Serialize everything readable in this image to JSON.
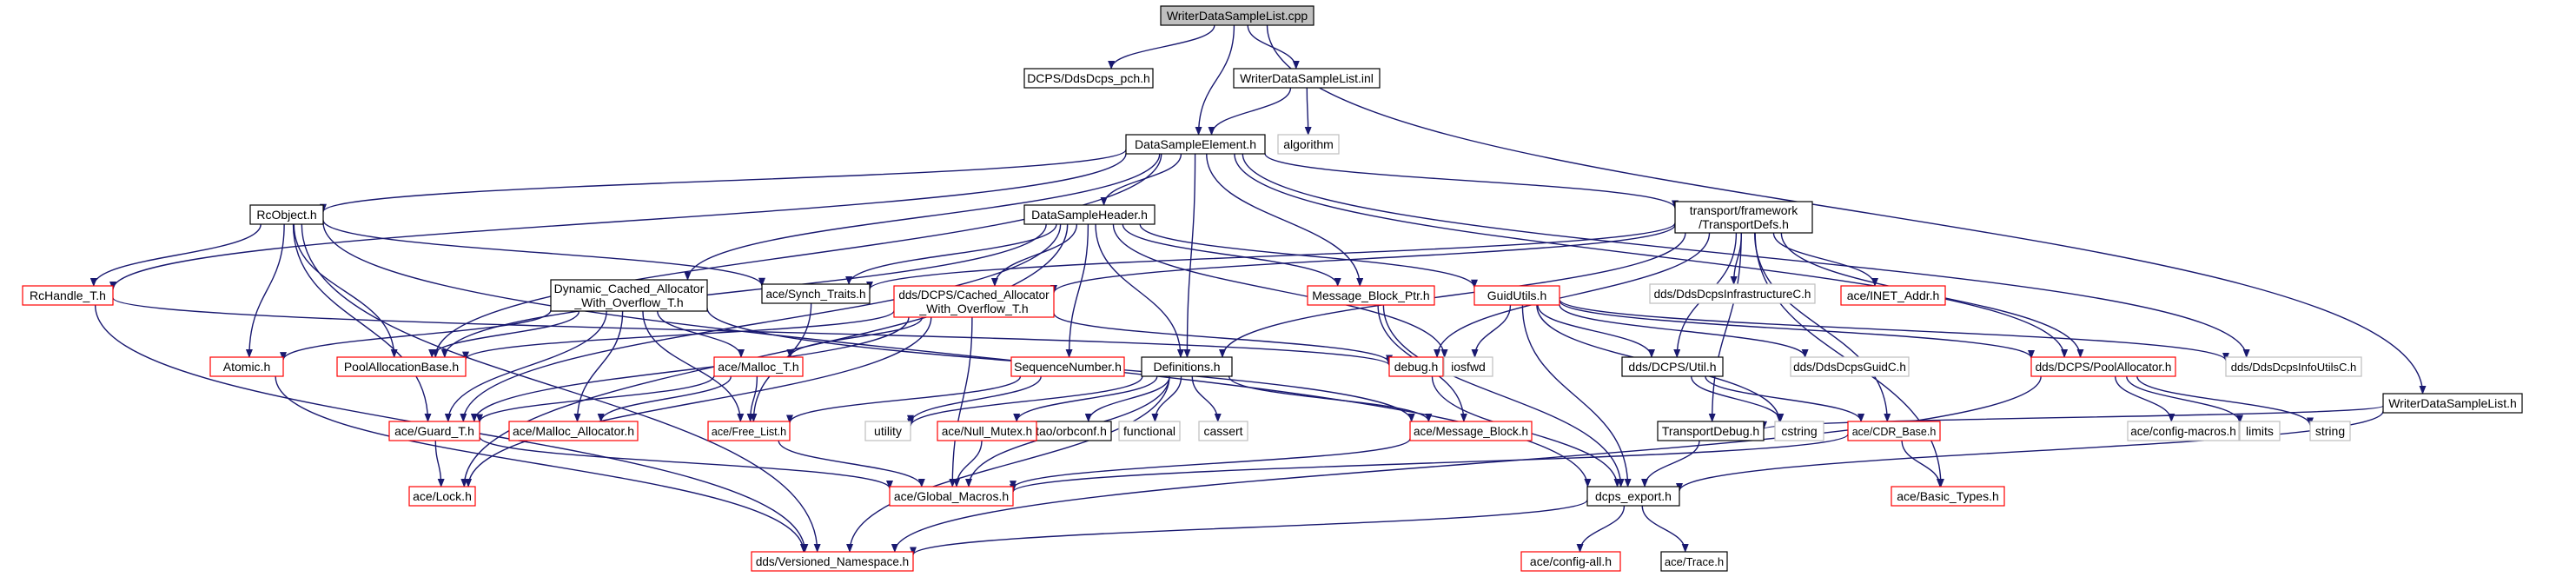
{
  "graph": {
    "colors": {
      "root_fill": "#bfbfbf",
      "root_border": "#000000",
      "node_border": "#000000",
      "missing_border": "#ff0000",
      "external_border": "#bfbfbf",
      "edge": "#191970"
    },
    "nodes": [
      {
        "id": "root",
        "label": "WriterDataSampleList.cpp",
        "kind": "root"
      },
      {
        "id": "ddsdcps_pch",
        "label": "DCPS/DdsDcps_pch.h",
        "kind": "normal"
      },
      {
        "id": "wdsl_inl",
        "label": "WriterDataSampleList.inl",
        "kind": "normal"
      },
      {
        "id": "wdsl_h",
        "label": "WriterDataSampleList.h",
        "kind": "normal"
      },
      {
        "id": "dse",
        "label": "DataSampleElement.h",
        "kind": "normal"
      },
      {
        "id": "algorithm",
        "label": "algorithm",
        "kind": "external"
      },
      {
        "id": "rcobject",
        "label": "RcObject.h",
        "kind": "normal"
      },
      {
        "id": "dsh",
        "label": "DataSampleHeader.h",
        "kind": "normal"
      },
      {
        "id": "transportdefs",
        "label": [
          "transport/framework",
          "/TransportDefs.h"
        ],
        "kind": "normal"
      },
      {
        "id": "rchandle",
        "label": "RcHandle_T.h",
        "kind": "missing"
      },
      {
        "id": "dcaw",
        "label": [
          "Dynamic_Cached_Allocator",
          "_With_Overflow_T.h"
        ],
        "kind": "normal"
      },
      {
        "id": "synch",
        "label": "ace/Synch_Traits.h",
        "kind": "normal"
      },
      {
        "id": "dcps_cached",
        "label": [
          "dds/DCPS/Cached_Allocator",
          "_With_Overflow_T.h"
        ],
        "kind": "missing"
      },
      {
        "id": "mbptr",
        "label": "Message_Block_Ptr.h",
        "kind": "missing"
      },
      {
        "id": "guidutils",
        "label": "GuidUtils.h",
        "kind": "missing"
      },
      {
        "id": "infrac",
        "label": "dds/DdsDcpsInfrastructureC.h",
        "kind": "external"
      },
      {
        "id": "inetaddr",
        "label": "ace/INET_Addr.h",
        "kind": "missing"
      },
      {
        "id": "atomic",
        "label": "Atomic.h",
        "kind": "missing"
      },
      {
        "id": "poolalloc",
        "label": "PoolAllocationBase.h",
        "kind": "missing"
      },
      {
        "id": "malloc_t",
        "label": "ace/Malloc_T.h",
        "kind": "missing"
      },
      {
        "id": "seqnum",
        "label": "SequenceNumber.h",
        "kind": "missing"
      },
      {
        "id": "definitions",
        "label": "Definitions.h",
        "kind": "normal"
      },
      {
        "id": "debug",
        "label": "debug.h",
        "kind": "missing"
      },
      {
        "id": "iosfwd",
        "label": "iosfwd",
        "kind": "external"
      },
      {
        "id": "util",
        "label": "dds/DCPS/Util.h",
        "kind": "normal"
      },
      {
        "id": "guidc",
        "label": "dds/DdsDcpsGuidC.h",
        "kind": "external"
      },
      {
        "id": "pallocator",
        "label": "dds/DCPS/PoolAllocator.h",
        "kind": "missing"
      },
      {
        "id": "infoutilsc",
        "label": "dds/DdsDcpsInfoUtilsC.h",
        "kind": "external"
      },
      {
        "id": "guard",
        "label": "ace/Guard_T.h",
        "kind": "missing"
      },
      {
        "id": "malloc_alloc",
        "label": "ace/Malloc_Allocator.h",
        "kind": "missing"
      },
      {
        "id": "free_list",
        "label": "ace/Free_List.h",
        "kind": "missing"
      },
      {
        "id": "utility",
        "label": "utility",
        "kind": "external"
      },
      {
        "id": "orbconf",
        "label": "tao/orbconf.h",
        "kind": "normal"
      },
      {
        "id": "functional",
        "label": "functional",
        "kind": "external"
      },
      {
        "id": "cassert",
        "label": "cassert",
        "kind": "external"
      },
      {
        "id": "null_mutex",
        "label": "ace/Null_Mutex.h",
        "kind": "missing"
      },
      {
        "id": "message_block",
        "label": "ace/Message_Block.h",
        "kind": "missing"
      },
      {
        "id": "transportdebug",
        "label": "TransportDebug.h",
        "kind": "normal"
      },
      {
        "id": "cstring",
        "label": "cstring",
        "kind": "external"
      },
      {
        "id": "cdr_base",
        "label": "ace/CDR_Base.h",
        "kind": "missing"
      },
      {
        "id": "config_macros",
        "label": "ace/config-macros.h",
        "kind": "external"
      },
      {
        "id": "limits",
        "label": "limits",
        "kind": "external"
      },
      {
        "id": "string",
        "label": "string",
        "kind": "external"
      },
      {
        "id": "lock",
        "label": "ace/Lock.h",
        "kind": "missing"
      },
      {
        "id": "global_macros",
        "label": "ace/Global_Macros.h",
        "kind": "missing"
      },
      {
        "id": "dcps_export",
        "label": "dcps_export.h",
        "kind": "normal"
      },
      {
        "id": "basic_types",
        "label": "ace/Basic_Types.h",
        "kind": "missing"
      },
      {
        "id": "versioned_ns",
        "label": "dds/Versioned_Namespace.h",
        "kind": "missing"
      },
      {
        "id": "config_all",
        "label": "ace/config-all.h",
        "kind": "missing"
      },
      {
        "id": "trace",
        "label": "ace/Trace.h",
        "kind": "normal"
      }
    ],
    "edges": [
      [
        "root",
        "ddsdcps_pch"
      ],
      [
        "root",
        "wdsl_inl"
      ],
      [
        "root",
        "dse"
      ],
      [
        "root",
        "wdsl_h"
      ],
      [
        "wdsl_inl",
        "dse"
      ],
      [
        "wdsl_inl",
        "algorithm"
      ],
      [
        "dse",
        "rcobject"
      ],
      [
        "dse",
        "dsh"
      ],
      [
        "dse",
        "transportdefs"
      ],
      [
        "dse",
        "rchandle"
      ],
      [
        "dse",
        "dcaw"
      ],
      [
        "dse",
        "mbptr"
      ],
      [
        "dse",
        "definitions"
      ],
      [
        "dse",
        "pallocator"
      ],
      [
        "dse",
        "infoutilsc"
      ],
      [
        "dse",
        "poolalloc"
      ],
      [
        "rcobject",
        "rchandle"
      ],
      [
        "rcobject",
        "atomic"
      ],
      [
        "rcobject",
        "poolalloc"
      ],
      [
        "rcobject",
        "synch"
      ],
      [
        "rcobject",
        "guard"
      ],
      [
        "rcobject",
        "versioned_ns"
      ],
      [
        "rcobject",
        "dcps_export"
      ],
      [
        "dsh",
        "synch"
      ],
      [
        "dsh",
        "dcps_cached"
      ],
      [
        "dsh",
        "mbptr"
      ],
      [
        "dsh",
        "guidutils"
      ],
      [
        "dsh",
        "seqnum"
      ],
      [
        "dsh",
        "definitions"
      ],
      [
        "dsh",
        "poolalloc"
      ],
      [
        "dsh",
        "guard"
      ],
      [
        "dsh",
        "lock"
      ],
      [
        "dsh",
        "iosfwd"
      ],
      [
        "transportdefs",
        "synch"
      ],
      [
        "transportdefs",
        "dcps_cached"
      ],
      [
        "transportdefs",
        "infrac"
      ],
      [
        "transportdefs",
        "inetaddr"
      ],
      [
        "transportdefs",
        "definitions"
      ],
      [
        "transportdefs",
        "debug"
      ],
      [
        "transportdefs",
        "util"
      ],
      [
        "transportdefs",
        "pallocator"
      ],
      [
        "transportdefs",
        "basic_types"
      ],
      [
        "transportdefs",
        "transportdebug"
      ],
      [
        "transportdefs",
        "cdr_base"
      ],
      [
        "rchandle",
        "versioned_ns"
      ],
      [
        "rchandle",
        "debug"
      ],
      [
        "dcaw",
        "atomic"
      ],
      [
        "dcaw",
        "poolalloc"
      ],
      [
        "dcaw",
        "malloc_t"
      ],
      [
        "dcaw",
        "guard"
      ],
      [
        "dcaw",
        "malloc_alloc"
      ],
      [
        "dcaw",
        "free_list"
      ],
      [
        "dcaw",
        "message_block"
      ],
      [
        "synch",
        "free_list"
      ],
      [
        "dcps_cached",
        "poolalloc"
      ],
      [
        "dcps_cached",
        "malloc_t"
      ],
      [
        "dcps_cached",
        "guard"
      ],
      [
        "dcps_cached",
        "lock"
      ],
      [
        "dcps_cached",
        "debug"
      ],
      [
        "dcps_cached",
        "global_macros"
      ],
      [
        "mbptr",
        "message_block"
      ],
      [
        "mbptr",
        "dcps_export"
      ],
      [
        "guidutils",
        "iosfwd"
      ],
      [
        "guidutils",
        "util"
      ],
      [
        "guidutils",
        "guidc"
      ],
      [
        "guidutils",
        "pallocator"
      ],
      [
        "guidutils",
        "dcps_export"
      ],
      [
        "guidutils",
        "infoutilsc"
      ],
      [
        "guidutils",
        "cstring"
      ],
      [
        "atomic",
        "versioned_ns"
      ],
      [
        "malloc_t",
        "guard"
      ],
      [
        "malloc_t",
        "malloc_alloc"
      ],
      [
        "malloc_t",
        "free_list"
      ],
      [
        "seqnum",
        "utility"
      ],
      [
        "seqnum",
        "free_list"
      ],
      [
        "definitions",
        "utility"
      ],
      [
        "definitions",
        "orbconf"
      ],
      [
        "definitions",
        "functional"
      ],
      [
        "definitions",
        "cassert"
      ],
      [
        "definitions",
        "null_mutex"
      ],
      [
        "definitions",
        "message_block"
      ],
      [
        "definitions",
        "global_macros"
      ],
      [
        "definitions",
        "versioned_ns"
      ],
      [
        "debug",
        "dcps_export"
      ],
      [
        "util",
        "cstring"
      ],
      [
        "util",
        "cdr_base"
      ],
      [
        "pallocator",
        "config_macros"
      ],
      [
        "pallocator",
        "limits"
      ],
      [
        "pallocator",
        "string"
      ],
      [
        "pallocator",
        "versioned_ns"
      ],
      [
        "wdsl_h",
        "dcps_export"
      ],
      [
        "wdsl_h",
        "transportdebug"
      ],
      [
        "guard",
        "lock"
      ],
      [
        "guard",
        "global_macros"
      ],
      [
        "free_list",
        "global_macros"
      ],
      [
        "null_mutex",
        "global_macros"
      ],
      [
        "message_block",
        "global_macros"
      ],
      [
        "transportdebug",
        "dcps_export"
      ],
      [
        "cdr_base",
        "basic_types"
      ],
      [
        "cdr_base",
        "global_macros"
      ],
      [
        "dcps_export",
        "versioned_ns"
      ],
      [
        "dcps_export",
        "config_all"
      ],
      [
        "dcps_export",
        "trace"
      ]
    ]
  }
}
